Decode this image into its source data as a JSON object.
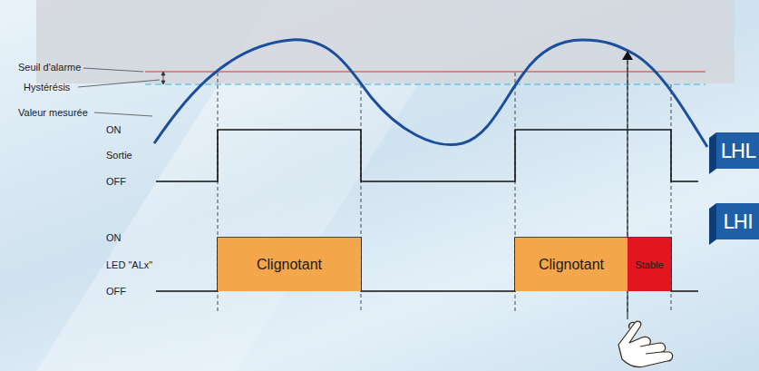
{
  "diagram": {
    "nodes": [
      {
        "text": [
          "Clignotant"
        ]
      },
      {
        "text": [
          "Clignotant"
        ]
      },
      {
        "text": [
          "Stable"
        ]
      },
      {
        "text": [
          "LHL"
        ]
      },
      {
        "text": [
          "LHI"
        ]
      }
    ],
    "labels": [
      "Seuil d'alarme",
      "Hystérésis",
      "Valeur mesurée",
      "ON",
      "Sortie",
      "OFF",
      "ON",
      "LED \"ALx\"",
      "OFF"
    ]
  }
}
